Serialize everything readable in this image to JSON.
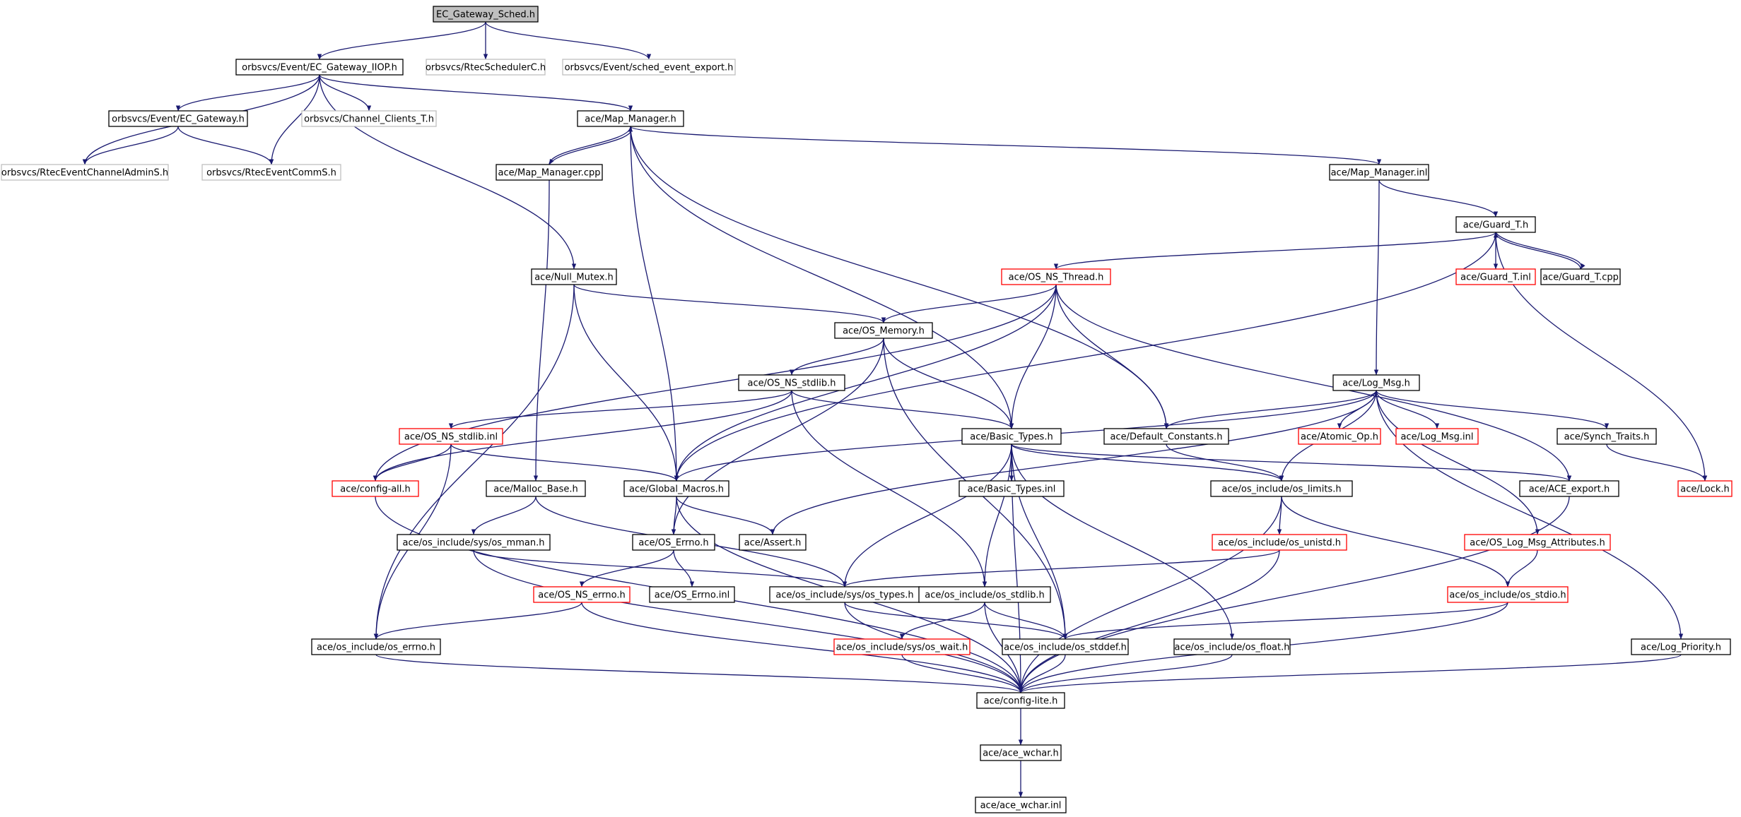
{
  "diagram": {
    "nodes": [
      {
        "id": "root",
        "label": "EC_Gateway_Sched.h",
        "style": "root"
      },
      {
        "id": "iiop",
        "label": "orbsvcs/Event/EC_Gateway_IIOP.h",
        "style": "normal"
      },
      {
        "id": "rtecsch",
        "label": "orbsvcs/RtecSchedulerC.h",
        "style": "gray"
      },
      {
        "id": "schedexp",
        "label": "orbsvcs/Event/sched_event_export.h",
        "style": "gray"
      },
      {
        "id": "ecgw",
        "label": "orbsvcs/Event/EC_Gateway.h",
        "style": "normal"
      },
      {
        "id": "chclients",
        "label": "orbsvcs/Channel_Clients_T.h",
        "style": "gray"
      },
      {
        "id": "mapmgr",
        "label": "ace/Map_Manager.h",
        "style": "normal"
      },
      {
        "id": "rtecadmin",
        "label": "orbsvcs/RtecEventChannelAdminS.h",
        "style": "gray"
      },
      {
        "id": "rteccomm",
        "label": "orbsvcs/RtecEventCommS.h",
        "style": "gray"
      },
      {
        "id": "mapcpp",
        "label": "ace/Map_Manager.cpp",
        "style": "normal"
      },
      {
        "id": "mapinl",
        "label": "ace/Map_Manager.inl",
        "style": "normal"
      },
      {
        "id": "guardh",
        "label": "ace/Guard_T.h",
        "style": "normal"
      },
      {
        "id": "nullmutex",
        "label": "ace/Null_Mutex.h",
        "style": "normal"
      },
      {
        "id": "osthread",
        "label": "ace/OS_NS_Thread.h",
        "style": "red"
      },
      {
        "id": "guardinl",
        "label": "ace/Guard_T.inl",
        "style": "red"
      },
      {
        "id": "guardcpp",
        "label": "ace/Guard_T.cpp",
        "style": "normal"
      },
      {
        "id": "osmemory",
        "label": "ace/OS_Memory.h",
        "style": "normal"
      },
      {
        "id": "osstdlib",
        "label": "ace/OS_NS_stdlib.h",
        "style": "normal"
      },
      {
        "id": "logmsg",
        "label": "ace/Log_Msg.h",
        "style": "normal"
      },
      {
        "id": "stdlibinl",
        "label": "ace/OS_NS_stdlib.inl",
        "style": "red"
      },
      {
        "id": "basictypes",
        "label": "ace/Basic_Types.h",
        "style": "normal"
      },
      {
        "id": "defconst",
        "label": "ace/Default_Constants.h",
        "style": "normal"
      },
      {
        "id": "atomic",
        "label": "ace/Atomic_Op.h",
        "style": "red"
      },
      {
        "id": "logmsginl",
        "label": "ace/Log_Msg.inl",
        "style": "red"
      },
      {
        "id": "synch",
        "label": "ace/Synch_Traits.h",
        "style": "normal"
      },
      {
        "id": "configall",
        "label": "ace/config-all.h",
        "style": "red"
      },
      {
        "id": "malloc",
        "label": "ace/Malloc_Base.h",
        "style": "normal"
      },
      {
        "id": "globalmacros",
        "label": "ace/Global_Macros.h",
        "style": "normal"
      },
      {
        "id": "basicinl",
        "label": "ace/Basic_Types.inl",
        "style": "normal"
      },
      {
        "id": "oslimits",
        "label": "ace/os_include/os_limits.h",
        "style": "normal"
      },
      {
        "id": "aceexport",
        "label": "ace/ACE_export.h",
        "style": "normal"
      },
      {
        "id": "lock",
        "label": "ace/Lock.h",
        "style": "red"
      },
      {
        "id": "osmman",
        "label": "ace/os_include/sys/os_mman.h",
        "style": "normal"
      },
      {
        "id": "oserrno",
        "label": "ace/OS_Errno.h",
        "style": "normal"
      },
      {
        "id": "assert",
        "label": "ace/Assert.h",
        "style": "normal"
      },
      {
        "id": "osunistd",
        "label": "ace/os_include/os_unistd.h",
        "style": "red"
      },
      {
        "id": "logattr",
        "label": "ace/OS_Log_Msg_Attributes.h",
        "style": "red"
      },
      {
        "id": "nserrno",
        "label": "ace/OS_NS_errno.h",
        "style": "red"
      },
      {
        "id": "errnoinl",
        "label": "ace/OS_Errno.inl",
        "style": "normal"
      },
      {
        "id": "ostypes",
        "label": "ace/os_include/sys/os_types.h",
        "style": "normal"
      },
      {
        "id": "osstdlibh",
        "label": "ace/os_include/os_stdlib.h",
        "style": "normal"
      },
      {
        "id": "osstdio",
        "label": "ace/os_include/os_stdio.h",
        "style": "red"
      },
      {
        "id": "oserrnoh",
        "label": "ace/os_include/os_errno.h",
        "style": "normal"
      },
      {
        "id": "oswait",
        "label": "ace/os_include/sys/os_wait.h",
        "style": "red"
      },
      {
        "id": "osstddef",
        "label": "ace/os_include/os_stddef.h",
        "style": "normal"
      },
      {
        "id": "osfloat",
        "label": "ace/os_include/os_float.h",
        "style": "normal"
      },
      {
        "id": "logprio",
        "label": "ace/Log_Priority.h",
        "style": "normal"
      },
      {
        "id": "configlite",
        "label": "ace/config-lite.h",
        "style": "normal"
      },
      {
        "id": "wcharh",
        "label": "ace/ace_wchar.h",
        "style": "normal"
      },
      {
        "id": "wcharinl",
        "label": "ace/ace_wchar.inl",
        "style": "normal"
      }
    ],
    "edges": [
      [
        "root",
        "iiop"
      ],
      [
        "root",
        "rtecsch"
      ],
      [
        "root",
        "schedexp"
      ],
      [
        "iiop",
        "ecgw"
      ],
      [
        "iiop",
        "chclients"
      ],
      [
        "iiop",
        "mapmgr"
      ],
      [
        "iiop",
        "rtecadmin"
      ],
      [
        "iiop",
        "rteccomm"
      ],
      [
        "iiop",
        "nullmutex"
      ],
      [
        "ecgw",
        "rtecadmin"
      ],
      [
        "ecgw",
        "rteccomm"
      ],
      [
        "mapmgr",
        "mapcpp"
      ],
      [
        "mapcpp",
        "mapmgr"
      ],
      [
        "mapmgr",
        "mapinl"
      ],
      [
        "mapmgr",
        "globalmacros"
      ],
      [
        "mapmgr",
        "basictypes"
      ],
      [
        "mapmgr",
        "defconst"
      ],
      [
        "mapcpp",
        "malloc"
      ],
      [
        "mapinl",
        "guardh"
      ],
      [
        "mapinl",
        "logmsg"
      ],
      [
        "guardh",
        "osthread"
      ],
      [
        "guardh",
        "guardinl"
      ],
      [
        "guardh",
        "guardcpp"
      ],
      [
        "guardcpp",
        "guardh"
      ],
      [
        "guardh",
        "lock"
      ],
      [
        "guardh",
        "globalmacros"
      ],
      [
        "nullmutex",
        "osmemory"
      ],
      [
        "nullmutex",
        "globalmacros"
      ],
      [
        "nullmutex",
        "oserrnoh"
      ],
      [
        "osthread",
        "osmemory"
      ],
      [
        "osthread",
        "basictypes"
      ],
      [
        "osthread",
        "defconst"
      ],
      [
        "osthread",
        "aceexport"
      ],
      [
        "osthread",
        "configall"
      ],
      [
        "osthread",
        "globalmacros"
      ],
      [
        "osmemory",
        "osstdlib"
      ],
      [
        "osmemory",
        "basictypes"
      ],
      [
        "osmemory",
        "oserrno"
      ],
      [
        "osmemory",
        "osstddef"
      ],
      [
        "osstdlib",
        "stdlibinl"
      ],
      [
        "osstdlib",
        "basictypes"
      ],
      [
        "osstdlib",
        "configall"
      ],
      [
        "osstdlib",
        "osstdlibh"
      ],
      [
        "stdlibinl",
        "configall"
      ],
      [
        "stdlibinl",
        "globalmacros"
      ],
      [
        "stdlibinl",
        "oserrnoh"
      ],
      [
        "logmsg",
        "defconst"
      ],
      [
        "logmsg",
        "atomic"
      ],
      [
        "logmsg",
        "logmsginl"
      ],
      [
        "logmsg",
        "synch"
      ],
      [
        "logmsg",
        "oslimits"
      ],
      [
        "logmsg",
        "logattr"
      ],
      [
        "logmsg",
        "logprio"
      ],
      [
        "logmsg",
        "globalmacros"
      ],
      [
        "logmsg",
        "assert"
      ],
      [
        "synch",
        "lock"
      ],
      [
        "basictypes",
        "basicinl"
      ],
      [
        "basictypes",
        "oslimits"
      ],
      [
        "basictypes",
        "aceexport"
      ],
      [
        "basictypes",
        "ostypes"
      ],
      [
        "basictypes",
        "osstdlibh"
      ],
      [
        "basictypes",
        "osstddef"
      ],
      [
        "basictypes",
        "osfloat"
      ],
      [
        "basictypes",
        "configlite"
      ],
      [
        "defconst",
        "oslimits"
      ],
      [
        "configall",
        "configlite"
      ],
      [
        "malloc",
        "osmman"
      ],
      [
        "malloc",
        "ostypes"
      ],
      [
        "globalmacros",
        "oserrno"
      ],
      [
        "globalmacros",
        "assert"
      ],
      [
        "globalmacros",
        "configlite"
      ],
      [
        "oslimits",
        "osunistd"
      ],
      [
        "oslimits",
        "osstdio"
      ],
      [
        "oslimits",
        "configlite"
      ],
      [
        "aceexport",
        "configlite"
      ],
      [
        "osmman",
        "ostypes"
      ],
      [
        "osmman",
        "configlite"
      ],
      [
        "oserrno",
        "nserrno"
      ],
      [
        "oserrno",
        "errnoinl"
      ],
      [
        "osunistd",
        "ostypes"
      ],
      [
        "osunistd",
        "configlite"
      ],
      [
        "logattr",
        "osstdio"
      ],
      [
        "nserrno",
        "oserrnoh"
      ],
      [
        "nserrno",
        "configlite"
      ],
      [
        "ostypes",
        "osstddef"
      ],
      [
        "ostypes",
        "configlite"
      ],
      [
        "osstdlibh",
        "oswait"
      ],
      [
        "osstdlibh",
        "osstddef"
      ],
      [
        "osstdlibh",
        "configlite"
      ],
      [
        "osstdio",
        "osstddef"
      ],
      [
        "osstdio",
        "configlite"
      ],
      [
        "oserrnoh",
        "configlite"
      ],
      [
        "oswait",
        "configlite"
      ],
      [
        "osstddef",
        "configlite"
      ],
      [
        "osfloat",
        "configlite"
      ],
      [
        "logprio",
        "configlite"
      ],
      [
        "configlite",
        "wcharh"
      ],
      [
        "wcharh",
        "wcharinl"
      ]
    ]
  }
}
